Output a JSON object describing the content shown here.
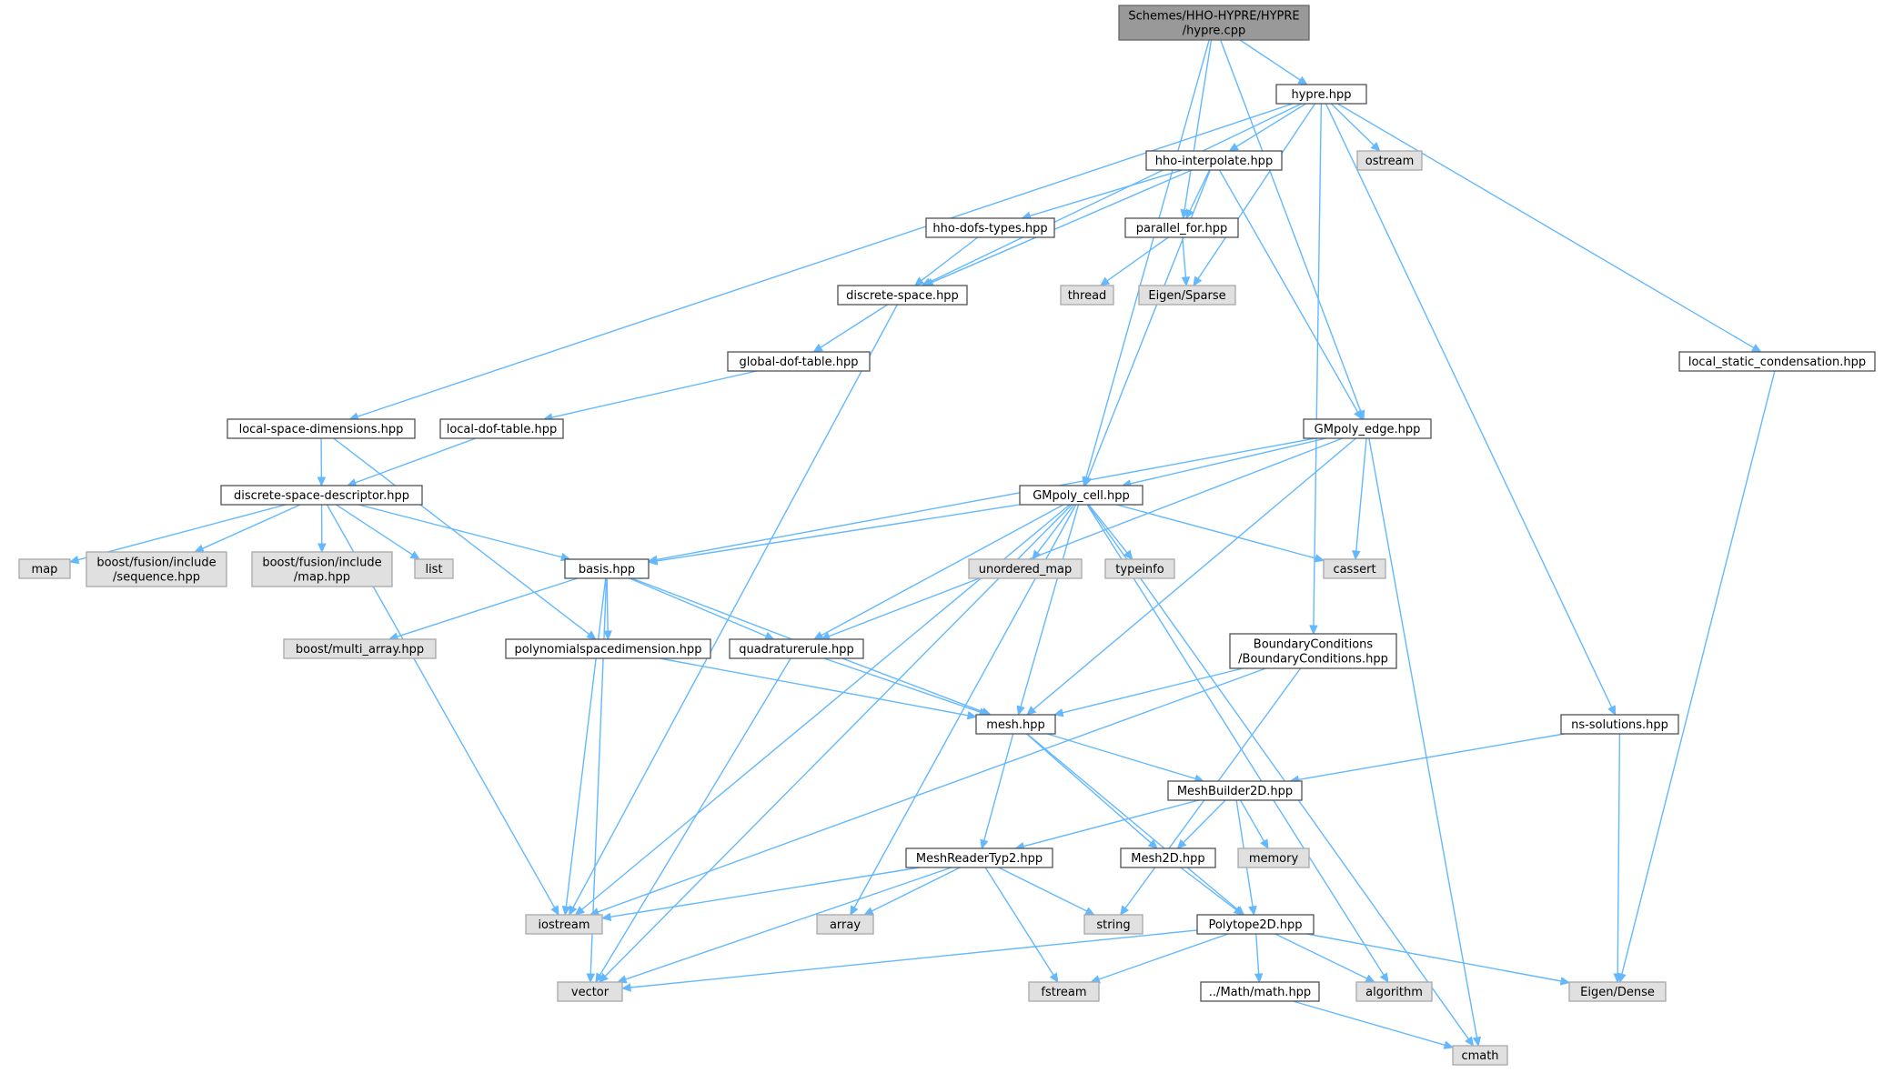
{
  "colors": {
    "edge": "#63b8ff",
    "root_fill": "#999999",
    "project_fill": "#ffffff",
    "external_fill": "#e0e0e0"
  },
  "nodes": [
    {
      "id": "hypre_cpp",
      "lines": [
        "Schemes/HHO-HYPRE/HYPRE",
        "/hypre.cpp"
      ],
      "kind": "root"
    },
    {
      "id": "hypre_hpp",
      "lines": [
        "hypre.hpp"
      ],
      "kind": "project"
    },
    {
      "id": "hho_interpolate",
      "lines": [
        "hho-interpolate.hpp"
      ],
      "kind": "project"
    },
    {
      "id": "ostream",
      "lines": [
        "ostream"
      ],
      "kind": "external"
    },
    {
      "id": "hho_dofs_types",
      "lines": [
        "hho-dofs-types.hpp"
      ],
      "kind": "project"
    },
    {
      "id": "parallel_for",
      "lines": [
        "parallel_for.hpp"
      ],
      "kind": "project"
    },
    {
      "id": "thread",
      "lines": [
        "thread"
      ],
      "kind": "external"
    },
    {
      "id": "eigen_sparse",
      "lines": [
        "Eigen/Sparse"
      ],
      "kind": "external"
    },
    {
      "id": "discrete_space",
      "lines": [
        "discrete-space.hpp"
      ],
      "kind": "project"
    },
    {
      "id": "global_dof_table",
      "lines": [
        "global-dof-table.hpp"
      ],
      "kind": "project"
    },
    {
      "id": "local_static_condensation",
      "lines": [
        "local_static_condensation.hpp"
      ],
      "kind": "project"
    },
    {
      "id": "local_space_dimensions",
      "lines": [
        "local-space-dimensions.hpp"
      ],
      "kind": "project"
    },
    {
      "id": "local_dof_table",
      "lines": [
        "local-dof-table.hpp"
      ],
      "kind": "project"
    },
    {
      "id": "gmpoly_edge",
      "lines": [
        "GMpoly_edge.hpp"
      ],
      "kind": "project"
    },
    {
      "id": "discrete_space_descriptor",
      "lines": [
        "discrete-space-descriptor.hpp"
      ],
      "kind": "project"
    },
    {
      "id": "gmpoly_cell",
      "lines": [
        "GMpoly_cell.hpp"
      ],
      "kind": "project"
    },
    {
      "id": "map",
      "lines": [
        "map"
      ],
      "kind": "external"
    },
    {
      "id": "boost_sequence",
      "lines": [
        "boost/fusion/include",
        "/sequence.hpp"
      ],
      "kind": "external"
    },
    {
      "id": "boost_map",
      "lines": [
        "boost/fusion/include",
        "/map.hpp"
      ],
      "kind": "external"
    },
    {
      "id": "list",
      "lines": [
        "list"
      ],
      "kind": "external"
    },
    {
      "id": "basis",
      "lines": [
        "basis.hpp"
      ],
      "kind": "project"
    },
    {
      "id": "unordered_map",
      "lines": [
        "unordered_map"
      ],
      "kind": "external"
    },
    {
      "id": "typeinfo",
      "lines": [
        "typeinfo"
      ],
      "kind": "external"
    },
    {
      "id": "cassert",
      "lines": [
        "cassert"
      ],
      "kind": "external"
    },
    {
      "id": "boost_multi_array",
      "lines": [
        "boost/multi_array.hpp"
      ],
      "kind": "external"
    },
    {
      "id": "polynomialspacedimension",
      "lines": [
        "polynomialspacedimension.hpp"
      ],
      "kind": "project"
    },
    {
      "id": "quadraturerule",
      "lines": [
        "quadraturerule.hpp"
      ],
      "kind": "project"
    },
    {
      "id": "boundary_conditions",
      "lines": [
        "BoundaryConditions",
        "/BoundaryConditions.hpp"
      ],
      "kind": "project"
    },
    {
      "id": "mesh",
      "lines": [
        "mesh.hpp"
      ],
      "kind": "project"
    },
    {
      "id": "ns_solutions",
      "lines": [
        "ns-solutions.hpp"
      ],
      "kind": "project"
    },
    {
      "id": "meshbuilder2d",
      "lines": [
        "MeshBuilder2D.hpp"
      ],
      "kind": "project"
    },
    {
      "id": "meshreadertyp2",
      "lines": [
        "MeshReaderTyp2.hpp"
      ],
      "kind": "project"
    },
    {
      "id": "mesh2d",
      "lines": [
        "Mesh2D.hpp"
      ],
      "kind": "project"
    },
    {
      "id": "memory",
      "lines": [
        "memory"
      ],
      "kind": "external"
    },
    {
      "id": "iostream",
      "lines": [
        "iostream"
      ],
      "kind": "external"
    },
    {
      "id": "array",
      "lines": [
        "array"
      ],
      "kind": "external"
    },
    {
      "id": "string",
      "lines": [
        "string"
      ],
      "kind": "external"
    },
    {
      "id": "polytope2d",
      "lines": [
        "Polytope2D.hpp"
      ],
      "kind": "project"
    },
    {
      "id": "vector",
      "lines": [
        "vector"
      ],
      "kind": "external"
    },
    {
      "id": "fstream",
      "lines": [
        "fstream"
      ],
      "kind": "external"
    },
    {
      "id": "math",
      "lines": [
        "../Math/math.hpp"
      ],
      "kind": "project"
    },
    {
      "id": "algorithm",
      "lines": [
        "algorithm"
      ],
      "kind": "external"
    },
    {
      "id": "eigen_dense",
      "lines": [
        "Eigen/Dense"
      ],
      "kind": "external"
    },
    {
      "id": "cmath",
      "lines": [
        "cmath"
      ],
      "kind": "external"
    }
  ],
  "edges": [
    [
      "hypre_cpp",
      "hypre_hpp"
    ],
    [
      "hypre_cpp",
      "parallel_for"
    ],
    [
      "hypre_cpp",
      "gmpoly_edge"
    ],
    [
      "hypre_cpp",
      "gmpoly_cell"
    ],
    [
      "hypre_hpp",
      "hho_interpolate"
    ],
    [
      "hypre_hpp",
      "ostream"
    ],
    [
      "hypre_hpp",
      "eigen_sparse"
    ],
    [
      "hypre_hpp",
      "discrete_space"
    ],
    [
      "hypre_hpp",
      "local_space_dimensions"
    ],
    [
      "hypre_hpp",
      "local_static_condensation"
    ],
    [
      "hypre_hpp",
      "boundary_conditions"
    ],
    [
      "hypre_hpp",
      "ns_solutions"
    ],
    [
      "hho_interpolate",
      "hho_dofs_types"
    ],
    [
      "hho_interpolate",
      "parallel_for"
    ],
    [
      "hho_interpolate",
      "discrete_space"
    ],
    [
      "hho_interpolate",
      "gmpoly_edge"
    ],
    [
      "hho_interpolate",
      "gmpoly_cell"
    ],
    [
      "hho_dofs_types",
      "discrete_space"
    ],
    [
      "parallel_for",
      "thread"
    ],
    [
      "parallel_for",
      "eigen_sparse"
    ],
    [
      "discrete_space",
      "global_dof_table"
    ],
    [
      "discrete_space",
      "iostream"
    ],
    [
      "global_dof_table",
      "local_dof_table"
    ],
    [
      "local_dof_table",
      "discrete_space_descriptor"
    ],
    [
      "local_space_dimensions",
      "discrete_space_descriptor"
    ],
    [
      "local_space_dimensions",
      "polynomialspacedimension"
    ],
    [
      "local_static_condensation",
      "eigen_dense"
    ],
    [
      "discrete_space_descriptor",
      "map"
    ],
    [
      "discrete_space_descriptor",
      "boost_sequence"
    ],
    [
      "discrete_space_descriptor",
      "boost_map"
    ],
    [
      "discrete_space_descriptor",
      "list"
    ],
    [
      "discrete_space_descriptor",
      "basis"
    ],
    [
      "discrete_space_descriptor",
      "iostream"
    ],
    [
      "gmpoly_edge",
      "gmpoly_cell"
    ],
    [
      "gmpoly_edge",
      "basis"
    ],
    [
      "gmpoly_edge",
      "quadraturerule"
    ],
    [
      "gmpoly_edge",
      "cassert"
    ],
    [
      "gmpoly_edge",
      "mesh"
    ],
    [
      "gmpoly_edge",
      "cmath"
    ],
    [
      "gmpoly_cell",
      "basis"
    ],
    [
      "gmpoly_cell",
      "unordered_map"
    ],
    [
      "gmpoly_cell",
      "typeinfo"
    ],
    [
      "gmpoly_cell",
      "cassert"
    ],
    [
      "gmpoly_cell",
      "quadraturerule"
    ],
    [
      "gmpoly_cell",
      "mesh"
    ],
    [
      "gmpoly_cell",
      "iostream"
    ],
    [
      "gmpoly_cell",
      "array"
    ],
    [
      "gmpoly_cell",
      "vector"
    ],
    [
      "gmpoly_cell",
      "algorithm"
    ],
    [
      "gmpoly_cell",
      "cmath"
    ],
    [
      "basis",
      "boost_multi_array"
    ],
    [
      "basis",
      "polynomialspacedimension"
    ],
    [
      "basis",
      "quadraturerule"
    ],
    [
      "basis",
      "mesh"
    ],
    [
      "basis",
      "iostream"
    ],
    [
      "basis",
      "vector"
    ],
    [
      "polynomialspacedimension",
      "mesh"
    ],
    [
      "quadraturerule",
      "mesh"
    ],
    [
      "quadraturerule",
      "vector"
    ],
    [
      "boundary_conditions",
      "mesh"
    ],
    [
      "boundary_conditions",
      "iostream"
    ],
    [
      "boundary_conditions",
      "string"
    ],
    [
      "mesh",
      "meshbuilder2d"
    ],
    [
      "mesh",
      "meshreadertyp2"
    ],
    [
      "mesh",
      "mesh2d"
    ],
    [
      "mesh",
      "polytope2d"
    ],
    [
      "ns_solutions",
      "meshbuilder2d"
    ],
    [
      "ns_solutions",
      "eigen_dense"
    ],
    [
      "meshbuilder2d",
      "meshreadertyp2"
    ],
    [
      "meshbuilder2d",
      "mesh2d"
    ],
    [
      "meshbuilder2d",
      "memory"
    ],
    [
      "meshbuilder2d",
      "polytope2d"
    ],
    [
      "meshreadertyp2",
      "iostream"
    ],
    [
      "meshreadertyp2",
      "array"
    ],
    [
      "meshreadertyp2",
      "string"
    ],
    [
      "meshreadertyp2",
      "fstream"
    ],
    [
      "meshreadertyp2",
      "vector"
    ],
    [
      "mesh2d",
      "polytope2d"
    ],
    [
      "polytope2d",
      "vector"
    ],
    [
      "polytope2d",
      "fstream"
    ],
    [
      "polytope2d",
      "math"
    ],
    [
      "polytope2d",
      "algorithm"
    ],
    [
      "polytope2d",
      "eigen_dense"
    ],
    [
      "math",
      "cmath"
    ]
  ]
}
